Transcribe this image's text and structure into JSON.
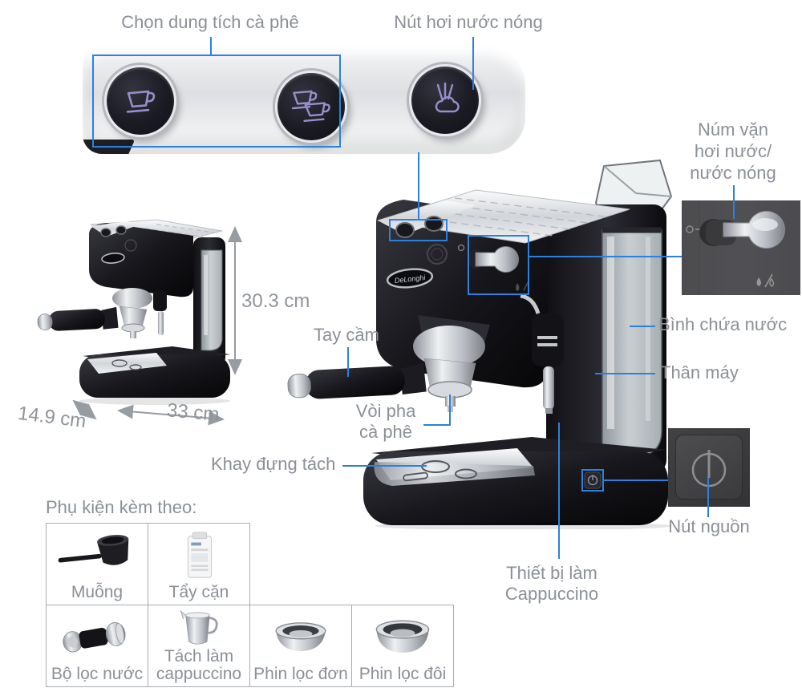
{
  "brand": "DeLonghi",
  "colors": {
    "accent": "#2e80de",
    "label_gray": "#8b9097",
    "dim_gray": "#979ca2"
  },
  "labels": {
    "volume_select": "Chọn dung tích cà phê",
    "steam_button": "Nút hơi nước nóng",
    "steam_knob": [
      "Núm vặn",
      "hơi nước/",
      "nước nóng"
    ],
    "water_tank": "Bình chứa nước",
    "machine_body": "Thân máy",
    "handle": "Tay cầm",
    "coffee_spout": [
      "Vòi pha",
      "cà phê"
    ],
    "cup_tray": "Khay đựng tách",
    "cappuccino_maker": [
      "Thiết bị làm",
      "Cappuccino"
    ],
    "power_button": "Nút nguồn"
  },
  "dimensions": {
    "height": "30.3 cm",
    "width": "33 cm",
    "depth": "14.9 cm"
  },
  "accessories": {
    "title": "Phụ kiện kèm theo:",
    "items": [
      {
        "label": "Muỗng",
        "icon": "coffee-scoop"
      },
      {
        "label": "Tẩy cặn",
        "icon": "descaler-pack"
      },
      {
        "label": "Bộ lọc nước",
        "icon": "water-filter"
      },
      {
        "label": "Tách làm cappuccino",
        "icon": "milk-jug"
      },
      {
        "label": "Phin lọc đơn",
        "icon": "single-filter-basket"
      },
      {
        "label": "Phin lọc đôi",
        "icon": "double-filter-basket"
      }
    ]
  }
}
